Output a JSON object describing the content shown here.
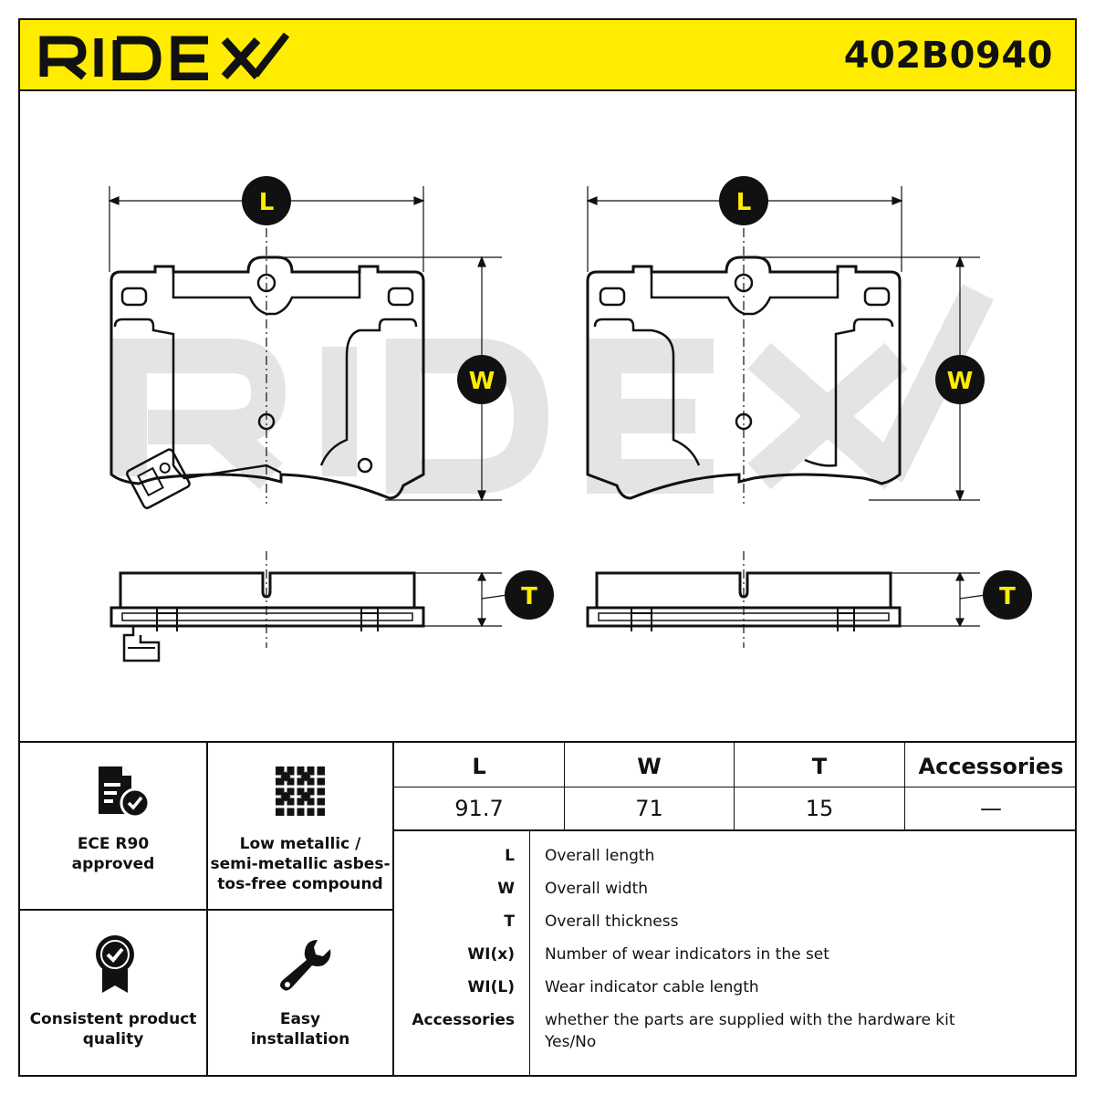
{
  "header": {
    "brand": "RIDEX",
    "part_number": "402B0940",
    "brand_color": "#ffec00"
  },
  "drawing": {
    "watermark": "RIDEX",
    "dim_labels": {
      "length": "L",
      "width": "W",
      "thickness": "T"
    }
  },
  "features": [
    {
      "icon": "document-check-icon",
      "label_lines": [
        "ECE R90",
        "approved"
      ]
    },
    {
      "icon": "compound-grid-icon",
      "label_lines": [
        "Low metallic /",
        "semi-metallic asbes-",
        "tos-free compound"
      ]
    },
    {
      "icon": "quality-badge-icon",
      "label_lines": [
        "Consistent product",
        "quality"
      ]
    },
    {
      "icon": "wrench-icon",
      "label_lines": [
        "Easy",
        "installation"
      ]
    }
  ],
  "specs": {
    "headers": [
      "L",
      "W",
      "T",
      "Accessories"
    ],
    "values": [
      "91.7",
      "71",
      "15",
      "—"
    ]
  },
  "legend": [
    {
      "key": "L",
      "lines": [
        "Overall length"
      ]
    },
    {
      "key": "W",
      "lines": [
        "Overall width"
      ]
    },
    {
      "key": "T",
      "lines": [
        "Overall thickness"
      ]
    },
    {
      "key": "WI(x)",
      "lines": [
        "Number of wear indicators in the set"
      ]
    },
    {
      "key": "WI(L)",
      "lines": [
        "Wear indicator cable length"
      ]
    },
    {
      "key": "Accessories",
      "lines": [
        "whether the parts are supplied with the hardware kit",
        "Yes/No"
      ]
    }
  ]
}
